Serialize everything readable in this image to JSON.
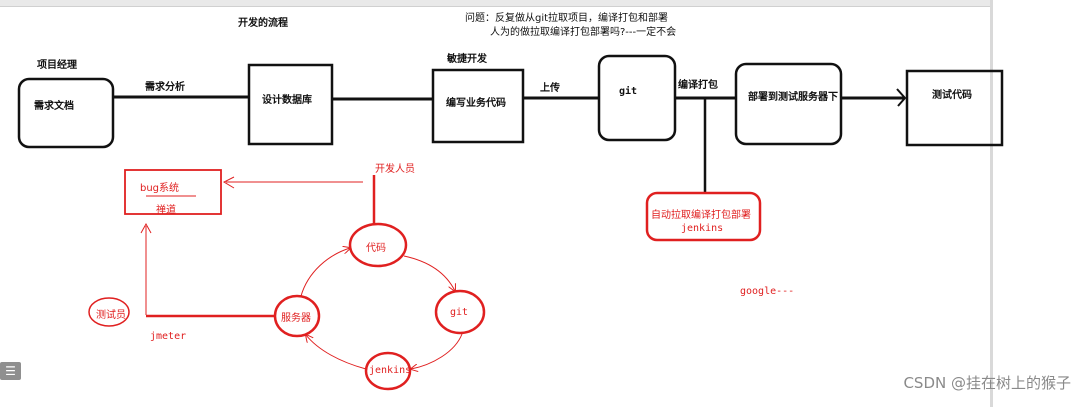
{
  "flow": {
    "title": "开发的流程",
    "question_line1": "问题：反复做从git拉取项目，编译打包和部署",
    "question_line2": "人为的做拉取编译打包部署吗?---一定不会",
    "pm_label": "项目经理",
    "agile_label": "敏捷开发",
    "boxes": [
      "需求文档",
      "设计数据库",
      "编写业务代码",
      "git",
      "部署到测试服务器下",
      "测试代码"
    ],
    "edges": [
      "需求分析",
      "上传",
      "编译打包"
    ]
  },
  "annotations": {
    "bug_system": "bug系统",
    "chandao": "禅道",
    "developer": "开发人员",
    "code": "代码",
    "git": "git",
    "server": "服务器",
    "jenkins": "jenkins",
    "tester": "测试员",
    "jmeter": "jmeter",
    "auto_deploy": "自动拉取编译打包部署",
    "auto_jenkins": "jenkins",
    "google": "google---"
  },
  "watermark": "CSDN @挂在树上的猴子",
  "toolbar": {
    "list_icon": "☰"
  }
}
